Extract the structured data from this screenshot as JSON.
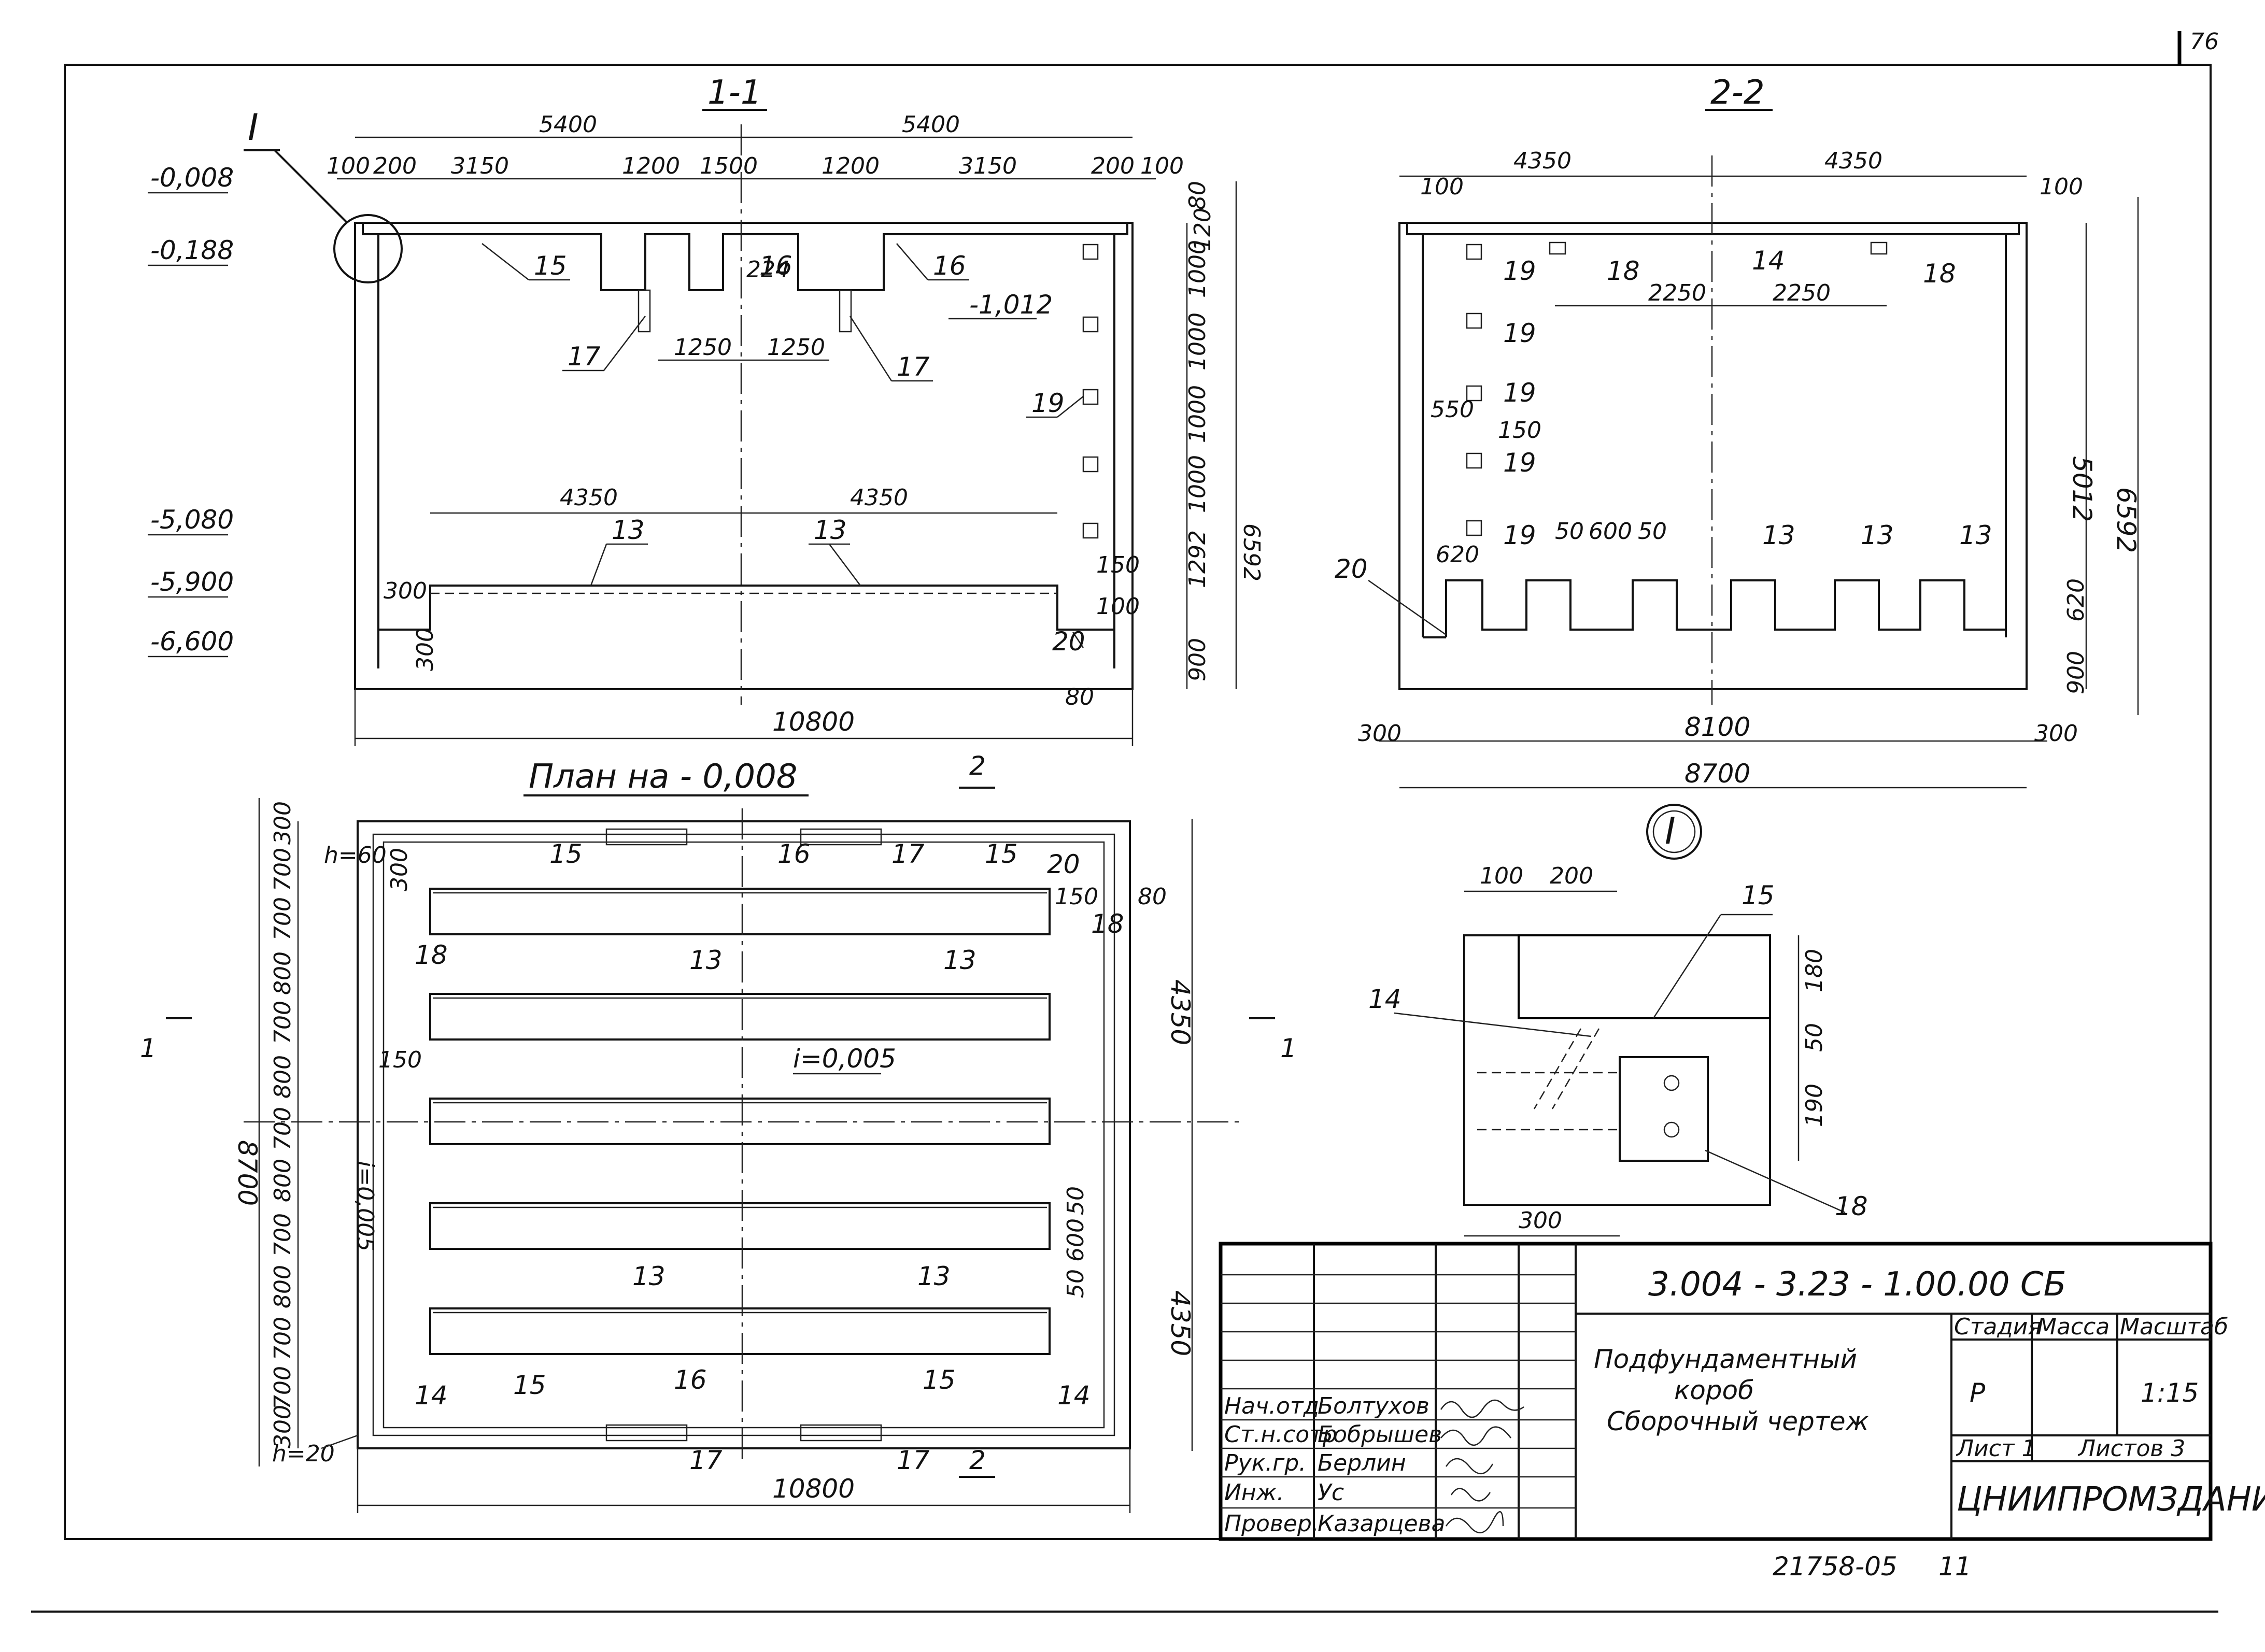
{
  "sheet": {
    "corner_number": "76",
    "archive_number": "21758-05",
    "page_number": "11"
  },
  "section_1_1": {
    "title": "1-1",
    "top_dims": [
      "5400",
      "5400"
    ],
    "sub_dims": [
      "100",
      "200",
      "3150",
      "1200",
      "1500",
      "1200",
      "3150",
      "200",
      "100"
    ],
    "levels": [
      "-0,008",
      "-0,188",
      "-5,080",
      "-5,900",
      "-6,600"
    ],
    "level_inner": "-1,012",
    "dim_1250": [
      "1250",
      "1250"
    ],
    "dim_224": "224",
    "mid_dims": [
      "4350",
      "4350"
    ],
    "right_dims": [
      "80",
      "120",
      "1000",
      "1000",
      "1000",
      "1000",
      "1292",
      "150",
      "100",
      "900",
      "6592"
    ],
    "left_small": [
      "300",
      "300"
    ],
    "bottom_dim": "10800",
    "bottom_small": "80",
    "callouts": [
      "I",
      "15",
      "16",
      "16",
      "17",
      "17",
      "19",
      "13",
      "13",
      "20"
    ]
  },
  "section_2_2": {
    "title": "2-2",
    "top_dims": [
      "4350",
      "4350"
    ],
    "edge_dims": [
      "100",
      "100"
    ],
    "inner_dims": [
      "2250",
      "2250"
    ],
    "side_dims": [
      "550",
      "150",
      "620"
    ],
    "rib_dims": [
      "50",
      "600",
      "50"
    ],
    "right_dims": [
      "5012",
      "6592",
      "620",
      "900"
    ],
    "bottom_dims": [
      "300",
      "8100",
      "300"
    ],
    "overall": "8700",
    "callouts": [
      "19",
      "18",
      "14",
      "18",
      "19",
      "19",
      "19",
      "19",
      "13",
      "13",
      "13",
      "20"
    ]
  },
  "plan": {
    "title": "План на - 0,008",
    "section_mark_2": "2",
    "section_mark_1": "1",
    "h_top": "h=60",
    "h_bottom": "h=20",
    "left_dims": [
      "300",
      "700",
      "700",
      "800",
      "700",
      "800",
      "700",
      "800",
      "700",
      "800",
      "700",
      "700",
      "300"
    ],
    "overall_left": "8700",
    "right_dims": [
      "4350",
      "4350"
    ],
    "right_small": [
      "150",
      "80",
      "50",
      "600",
      "50"
    ],
    "slope_1": "i=0,005",
    "slope_2": "i=0,005",
    "inner_150": [
      "150",
      "300"
    ],
    "bottom_dim": "10800",
    "callouts": [
      "15",
      "16",
      "17",
      "15",
      "20",
      "18",
      "13",
      "13",
      "13",
      "13",
      "14",
      "15",
      "16",
      "15",
      "14",
      "17",
      "17"
    ]
  },
  "detail_I": {
    "mark": "I",
    "dims_top": [
      "100",
      "200"
    ],
    "dims_right": [
      "180",
      "50",
      "190"
    ],
    "dim_bottom": "300",
    "callouts": [
      "15",
      "14",
      "18"
    ]
  },
  "title_block": {
    "code": "3.004 - 3.23 - 1.00.00 СБ",
    "name_line1": "Подфундаментный",
    "name_line2": "короб",
    "name_line3": "Сборочный чертеж",
    "col_stage": "Стадия",
    "col_mass": "Масса",
    "col_scale": "Масштаб",
    "stage": "Р",
    "scale": "1:15",
    "sheet": "Лист 1",
    "sheets": "Листов 3",
    "org": "ЦНИИПРОМЗДАНИЙ",
    "roles": [
      "Нач.отд",
      "Ст.н.сотр",
      "Рук.гр.",
      "Инж.",
      "Провер."
    ],
    "names": [
      "Болтухов",
      "Бобрышев",
      "Берлин",
      "Ус",
      "Казарцева"
    ]
  }
}
